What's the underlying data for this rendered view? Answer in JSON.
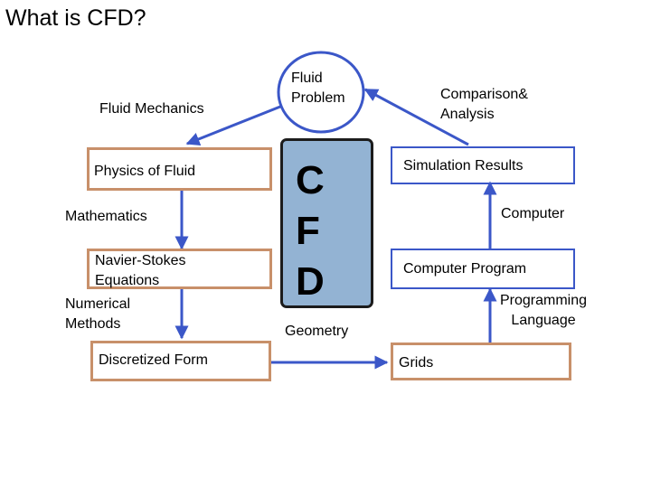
{
  "title": "What is CFD?",
  "nodes": {
    "fluid_problem": [
      "Fluid",
      "Problem"
    ],
    "fluid_mechanics": "Fluid Mechanics",
    "comparison": [
      "Comparison&",
      "Analysis"
    ],
    "physics_of_fluid": "Physics of Fluid",
    "mathematics": "Mathematics",
    "navier_stokes": [
      "Navier-Stokes",
      "Equations"
    ],
    "numerical_methods": [
      "Numerical",
      "Methods"
    ],
    "discretized_form": "Discretized  Form",
    "cfd_letters": [
      "C",
      "F",
      "D"
    ],
    "geometry": "Geometry",
    "simulation_results": "Simulation Results",
    "computer": "Computer",
    "computer_program": "Computer Program",
    "programming_language": [
      "Programming",
      "Language"
    ],
    "grids": "Grids"
  },
  "colors": {
    "arrow": "#3b57c8",
    "box_border": "#c8906a",
    "cfd_fill": "#93b3d3",
    "cfd_border": "#1c1c1c"
  }
}
